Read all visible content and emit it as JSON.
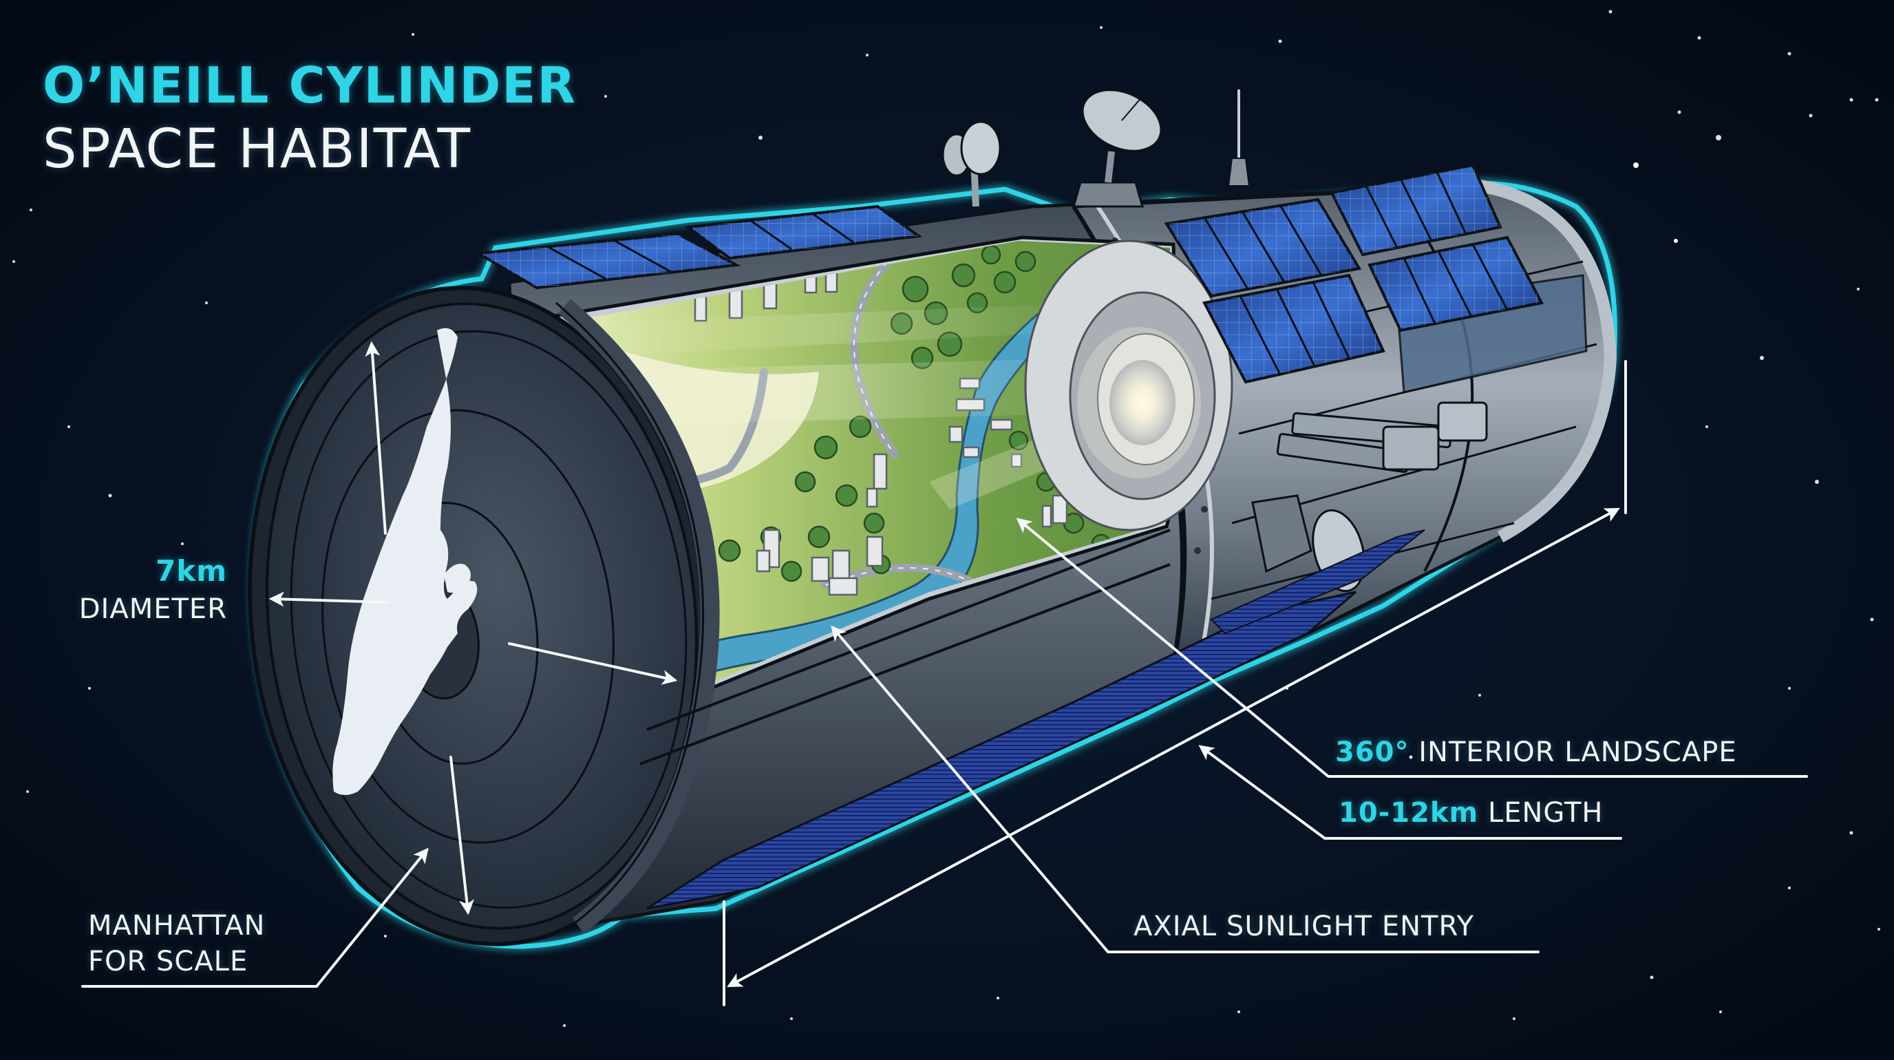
{
  "title": {
    "line1": "O’NEILL CYLINDER",
    "line2": "SPACE HABITAT"
  },
  "labels": {
    "diameter": {
      "value": "7km",
      "text": "DIAMETER"
    },
    "manhattan": {
      "line1": "MANHATTAN",
      "line2": "FOR SCALE"
    },
    "interior": {
      "value": "360°",
      "text": "INTERIOR LANDSCAPE"
    },
    "length": {
      "value": "10-12km",
      "text": "LENGTH"
    },
    "axial": {
      "text": "AXIAL SUNLIGHT ENTRY"
    }
  },
  "illustration": {
    "subject": "O'Neill cylinder cutaway",
    "components": [
      "end-cap",
      "manhattan-silhouette",
      "interior-landscape",
      "river",
      "roads",
      "buildings",
      "trees",
      "sun-window",
      "solar-panels",
      "satellite-dishes",
      "antenna",
      "docking-arms",
      "underside-solar-panel"
    ]
  },
  "colors": {
    "background": "#050d1c",
    "accent_cyan": "#2fd4e6",
    "hull_dark": "#2a3442",
    "hull_light": "#8e98a4",
    "solar_blue": "#2c5fb8",
    "landscape_green": "#7faa4a",
    "river_blue": "#4aa2c8",
    "label_white": "#f2f4f6"
  }
}
